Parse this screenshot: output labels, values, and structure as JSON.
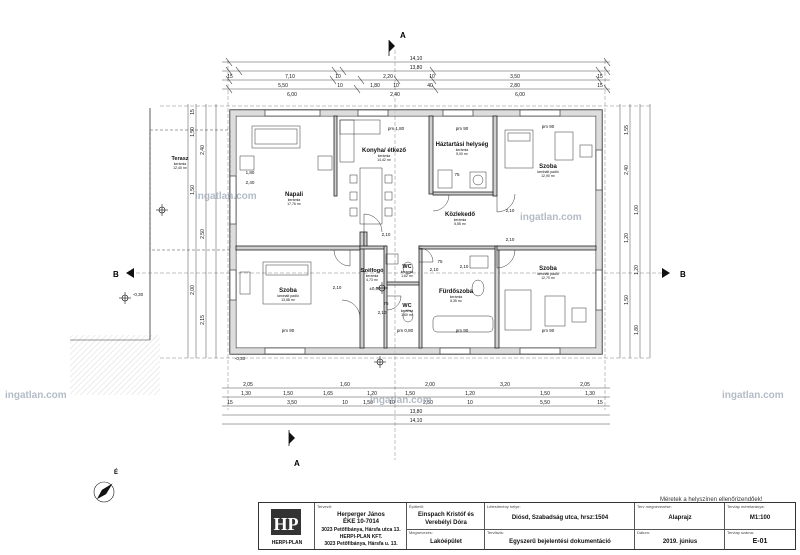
{
  "watermark": {
    "text": "ingatlan.com"
  },
  "section_markers": {
    "a_top": "A",
    "a_bottom": "A",
    "b_left": "B",
    "b_right": "B"
  },
  "top_dims": {
    "overall": "14,10",
    "row2": [
      "15",
      "7,10",
      "10",
      "2,20",
      "10",
      "3,50",
      "15"
    ],
    "row2b": "13,80",
    "row3": [
      "5,50",
      "10",
      "1,80",
      "10",
      "40",
      "2,80",
      "15"
    ],
    "row4": [
      "6,00",
      "2,40",
      "6,00"
    ]
  },
  "bottom_dims": {
    "row1": [
      "2,05",
      "1,60",
      "2,00",
      "3,20",
      "2,05"
    ],
    "row2": [
      "1,30",
      "1,50",
      "1,65",
      "1,20",
      "1,50",
      "1,20",
      "1,50",
      "1,30"
    ],
    "row3": [
      "15",
      "3,50",
      "10",
      "1,50",
      "10",
      "2,50",
      "10",
      "5,50",
      "15"
    ],
    "row3b": "13,80",
    "overall": "14,10"
  },
  "left_dims": [
    "15",
    "1,50",
    "2,40",
    "1,50",
    "2,50",
    "2,00",
    "2,15"
  ],
  "right_dims": [
    "1,55",
    "2,40",
    "1,00",
    "1,20",
    "1,20",
    "1,50",
    "1,80"
  ],
  "rooms": [
    {
      "name": "Konyha/ étkező",
      "floor": "kerámia",
      "area": "14,42 m²"
    },
    {
      "name": "Háztartási helység",
      "floor": "kerámia",
      "area": "5,00 m²"
    },
    {
      "name": "Napali",
      "floor": "kerámia",
      "area": "17,76 m²"
    },
    {
      "name": "Szoba",
      "floor": "laminált padló",
      "area": "12,90 m²"
    },
    {
      "name": "Közlekedő",
      "floor": "kerámia",
      "area": "5,55 m²"
    },
    {
      "name": "Szoba",
      "floor": "laminált padló",
      "area": "13,58 m²"
    },
    {
      "name": "Szoba",
      "floor": "laminált padló",
      "area": "12,70 m²"
    },
    {
      "name": "Szélfogó",
      "floor": "kerámia",
      "area": "4,73 m²"
    },
    {
      "name": "WC",
      "floor": "kerámia",
      "area": "1,62 m²"
    },
    {
      "name": "WC",
      "floor": "kerámia",
      "area": "1,60 m²"
    },
    {
      "name": "Fürdőszoba",
      "floor": "kerámia",
      "area": "5,35 m²"
    },
    {
      "name": "Terasz",
      "floor": "kerámia",
      "area": "12,40 m²"
    }
  ],
  "labels": {
    "pm180": "pm 1,80",
    "pm90": "pm 90",
    "pm90b": "pm 90",
    "pm90c": "pm 90",
    "pm90d": "pm 90",
    "pm80": "pm 0,80",
    "pm90w": "pm 90",
    "level0": "±0,00",
    "level_out": "-0,30",
    "level_out2": "-0,30",
    "h75a": "75",
    "h75b": "75",
    "h75c": "75",
    "d210a": "2,10",
    "d210b": "2,10",
    "d210c": "2,10",
    "d210d": "2,10",
    "d210e": "2,10",
    "d210f": "2,10",
    "d210g": "2,10",
    "d240": "2,40",
    "d180": "1,80"
  },
  "title_block": {
    "scale_note": "Méretek a helyszínen ellenőrizendőek!",
    "designer_label": "Tervező:",
    "designer": [
      "Herperger János",
      "ÉKE 10-7014",
      "3023 Petőfibánya, Hársfa utca 13.",
      "HERPI-PLAN KFT.",
      "3023 Petőfibánya, Hársfa u. 13."
    ],
    "logo_text": "HERPI-PLAN",
    "client_label": "Építtető:",
    "client": [
      "Einspach Kristóf és",
      "Verebélyi Dóra"
    ],
    "object_label": "Megnevezés:",
    "object": "Lakóépület",
    "site_label": "Létesítmény helye:",
    "site": "Diósd, Szabadság utca, hrsz:1504",
    "doc_label": "Tervfázis:",
    "doc": "Egyszerű bejelentési dokumentáció",
    "drawing_label": "Terv megnevezése:",
    "drawing": "Alaprajz",
    "scale_label": "Tervlap méretaránya:",
    "scale": "M1:100",
    "date_label": "Dátum:",
    "date": "2019. június",
    "sheet_label": "Tervlap száma:",
    "sheet": "E-01"
  },
  "colors": {
    "wall": "#c9c9c9",
    "line": "#222222",
    "watermark": "#9aa6b4"
  }
}
